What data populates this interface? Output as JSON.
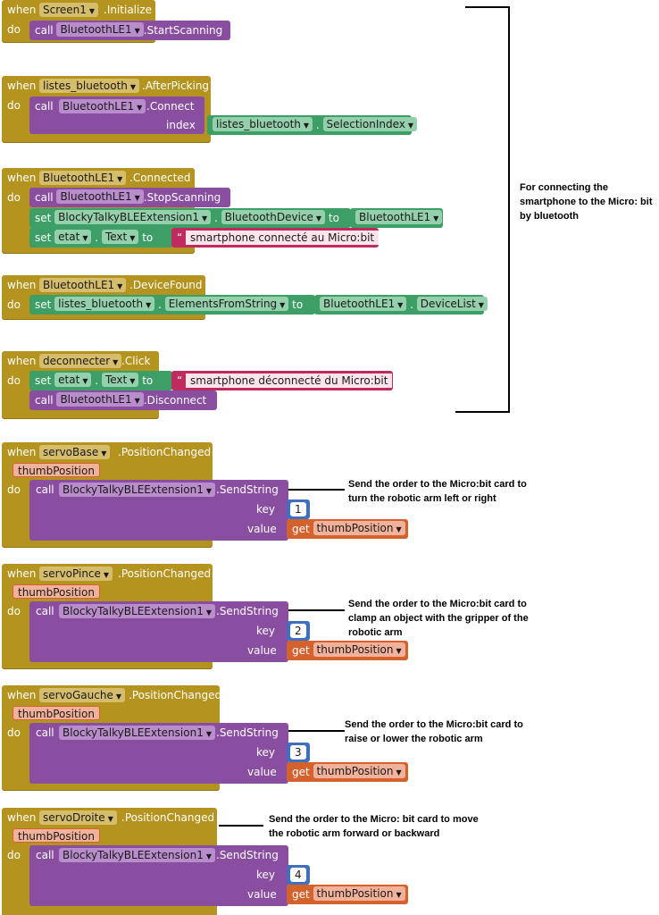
{
  "kw": {
    "when": "when",
    "do": "do",
    "call": "call",
    "set": "set",
    "to": "to",
    "get": "get",
    "index": "index",
    "key": "key",
    "value": "value"
  },
  "blocks": {
    "screen_init": {
      "comp": "Screen1",
      "event": ".Initialize",
      "call_comp": "BluetoothLE1",
      "method": ".StartScanning"
    },
    "after_picking": {
      "comp": "listes_bluetooth",
      "event": ".AfterPicking",
      "call_comp": "BluetoothLE1",
      "method": ".Connect",
      "index_comp": "listes_bluetooth",
      "index_prop": "SelectionIndex"
    },
    "connected": {
      "comp": "BluetoothLE1",
      "event": ".Connected",
      "call_comp": "BluetoothLE1",
      "method": ".StopScanning",
      "set1_comp": "BlockyTalkyBLEExtension1",
      "set1_prop": "BluetoothDevice",
      "set1_val": "BluetoothLE1",
      "set2_comp": "etat",
      "set2_prop": "Text",
      "set2_val": "smartphone connecté au Micro:bit"
    },
    "device_found": {
      "comp": "BluetoothLE1",
      "event": ".DeviceFound",
      "set_comp": "listes_bluetooth",
      "set_prop": "ElementsFromString",
      "val_comp": "BluetoothLE1",
      "val_prop": "DeviceList"
    },
    "deconnecter": {
      "comp": "deconnecter",
      "event": ".Click",
      "set_comp": "etat",
      "set_prop": "Text",
      "set_val": "smartphone déconnecté du Micro:bit",
      "call_comp": "BluetoothLE1",
      "method": ".Disconnect"
    },
    "servos": [
      {
        "comp": "servoBase",
        "event": ".PositionChanged",
        "param": "thumbPosition",
        "call_comp": "BlockyTalkyBLEExtension1",
        "method": ".SendString",
        "key": "1",
        "get": "thumbPosition"
      },
      {
        "comp": "servoPince",
        "event": ".PositionChanged",
        "param": "thumbPosition",
        "call_comp": "BlockyTalkyBLEExtension1",
        "method": ".SendString",
        "key": "2",
        "get": "thumbPosition"
      },
      {
        "comp": "servoGauche",
        "event": ".PositionChanged",
        "param": "thumbPosition",
        "call_comp": "BlockyTalkyBLEExtension1",
        "method": ".SendString",
        "key": "3",
        "get": "thumbPosition"
      },
      {
        "comp": "servoDroite",
        "event": ".PositionChanged",
        "param": "thumbPosition",
        "call_comp": "BlockyTalkyBLEExtension1",
        "method": ".SendString",
        "key": "4",
        "get": "thumbPosition"
      }
    ]
  },
  "notes": {
    "bluetooth": "For connecting the smartphone to the Micro: bit by bluetooth",
    "servo1": "Send the order to the Micro:bit card to turn the robotic arm left or right",
    "servo2": "Send the order to the Micro:bit card to clamp an object with the gripper of the robotic arm",
    "servo3": "Send the order to the Micro:bit card to raise or lower the robotic arm",
    "servo4": "Send the order to the Micro: bit card to move the robotic arm forward or backward"
  },
  "colors": {
    "event": "#b4931e",
    "procedure": "#8a4ea0",
    "component_set": "#3d9e66",
    "text": "#bf2b5f",
    "variable": "#d4622d",
    "math": "#3f70bf"
  }
}
